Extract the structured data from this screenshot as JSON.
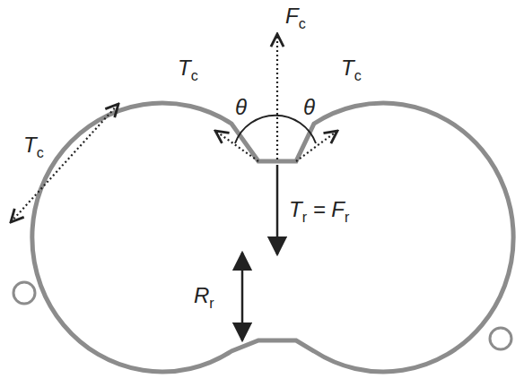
{
  "diagram": {
    "labels": [
      "Fc",
      "Tc",
      "θ",
      "θ",
      "Tc",
      "Tc",
      "Tr = Fr",
      "Rr"
    ]
  }
}
